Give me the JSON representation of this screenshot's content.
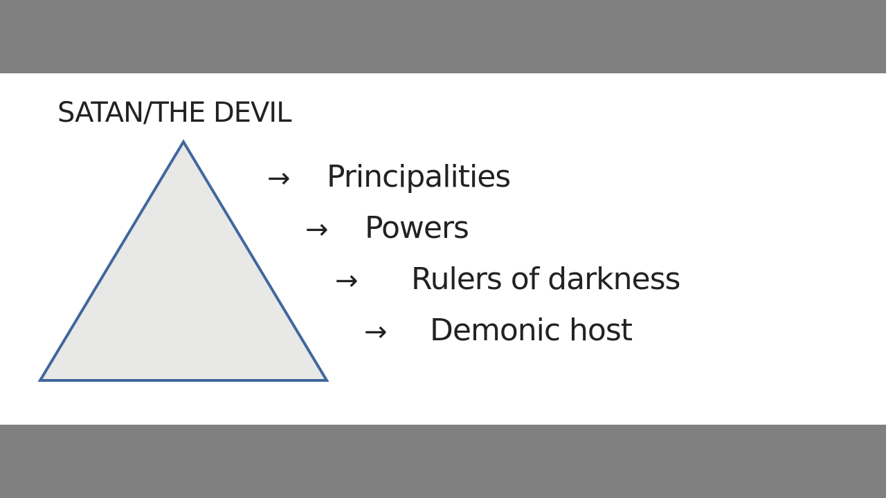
{
  "diagram": {
    "title": "SATAN/THE DEVIL",
    "arrow_glyph": "→",
    "levels": [
      {
        "label": "Principalities"
      },
      {
        "label": "Powers"
      },
      {
        "label": "Rulers of darkness"
      },
      {
        "label": "Demonic host"
      }
    ],
    "colors": {
      "triangle_fill": "#e8e8e6",
      "triangle_stroke": "#41679c",
      "text": "#222222",
      "frame": "#808080"
    }
  }
}
